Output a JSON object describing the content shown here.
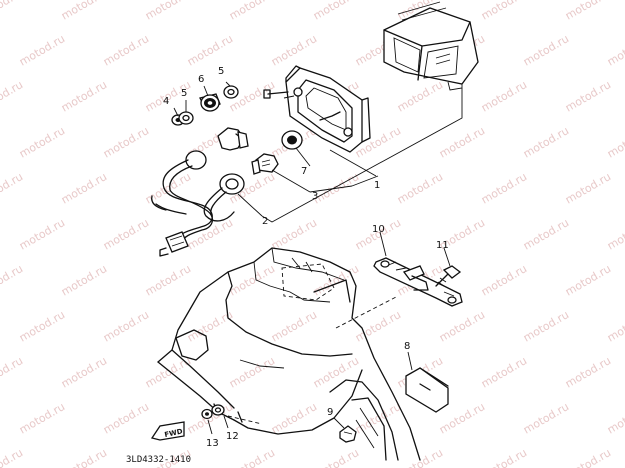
{
  "watermark": "motod.ru",
  "diagram_code": "3LD4332-1410",
  "direction_tag": "FWD",
  "callouts": {
    "c1": "1",
    "c2": "2",
    "c3": "3",
    "c4": "4",
    "c5a": "5",
    "c5b": "5",
    "c6": "6",
    "c7": "7",
    "c8": "8",
    "c9": "9",
    "c10": "10",
    "c11": "11",
    "c12": "12",
    "c13": "13"
  }
}
